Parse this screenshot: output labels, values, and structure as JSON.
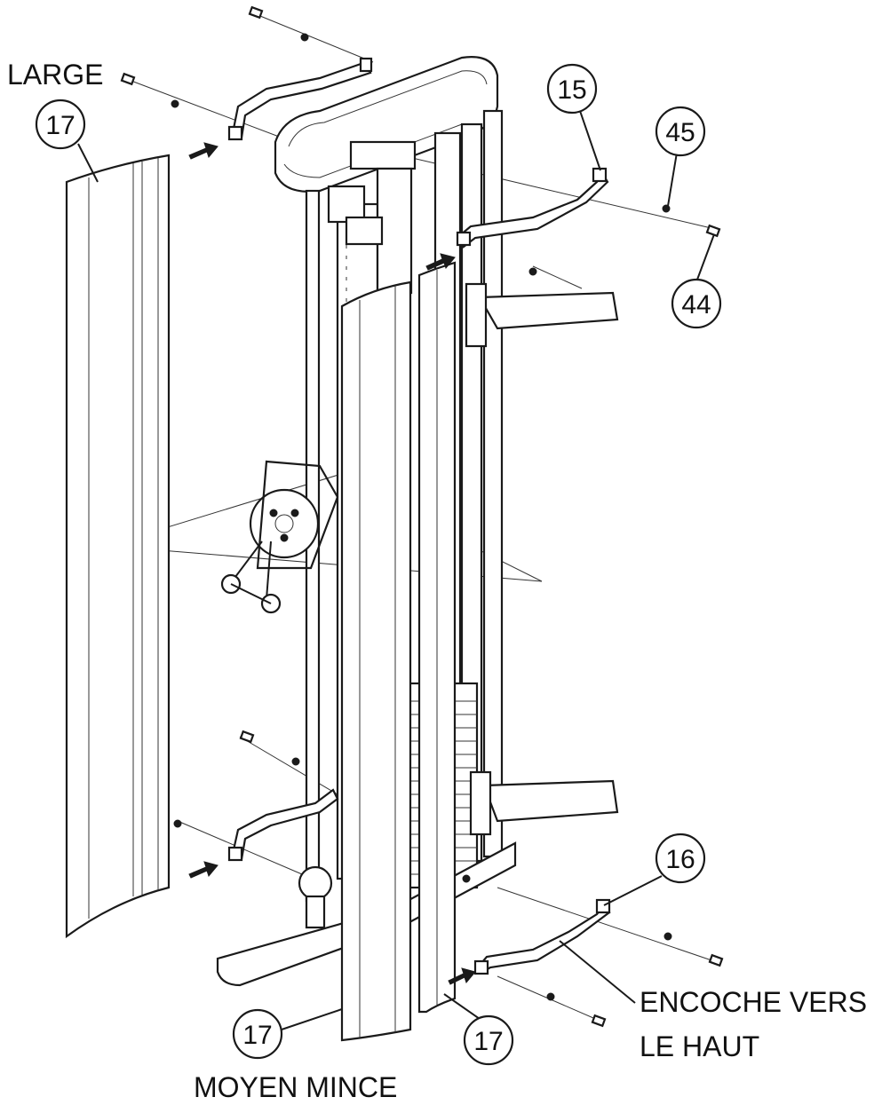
{
  "labels": {
    "large": "LARGE",
    "moyen_mince": "MOYEN MINCE",
    "encoche_line1": "ENCOCHE VERS",
    "encoche_line2": "LE HAUT"
  },
  "callouts": {
    "c17_top_left": "17",
    "c15": "15",
    "c45": "45",
    "c44": "44",
    "c16": "16",
    "c17_bottom_center": "17",
    "c17_bottom_right": "17"
  },
  "colors": {
    "line": "#1a1a1a",
    "background": "#ffffff"
  }
}
